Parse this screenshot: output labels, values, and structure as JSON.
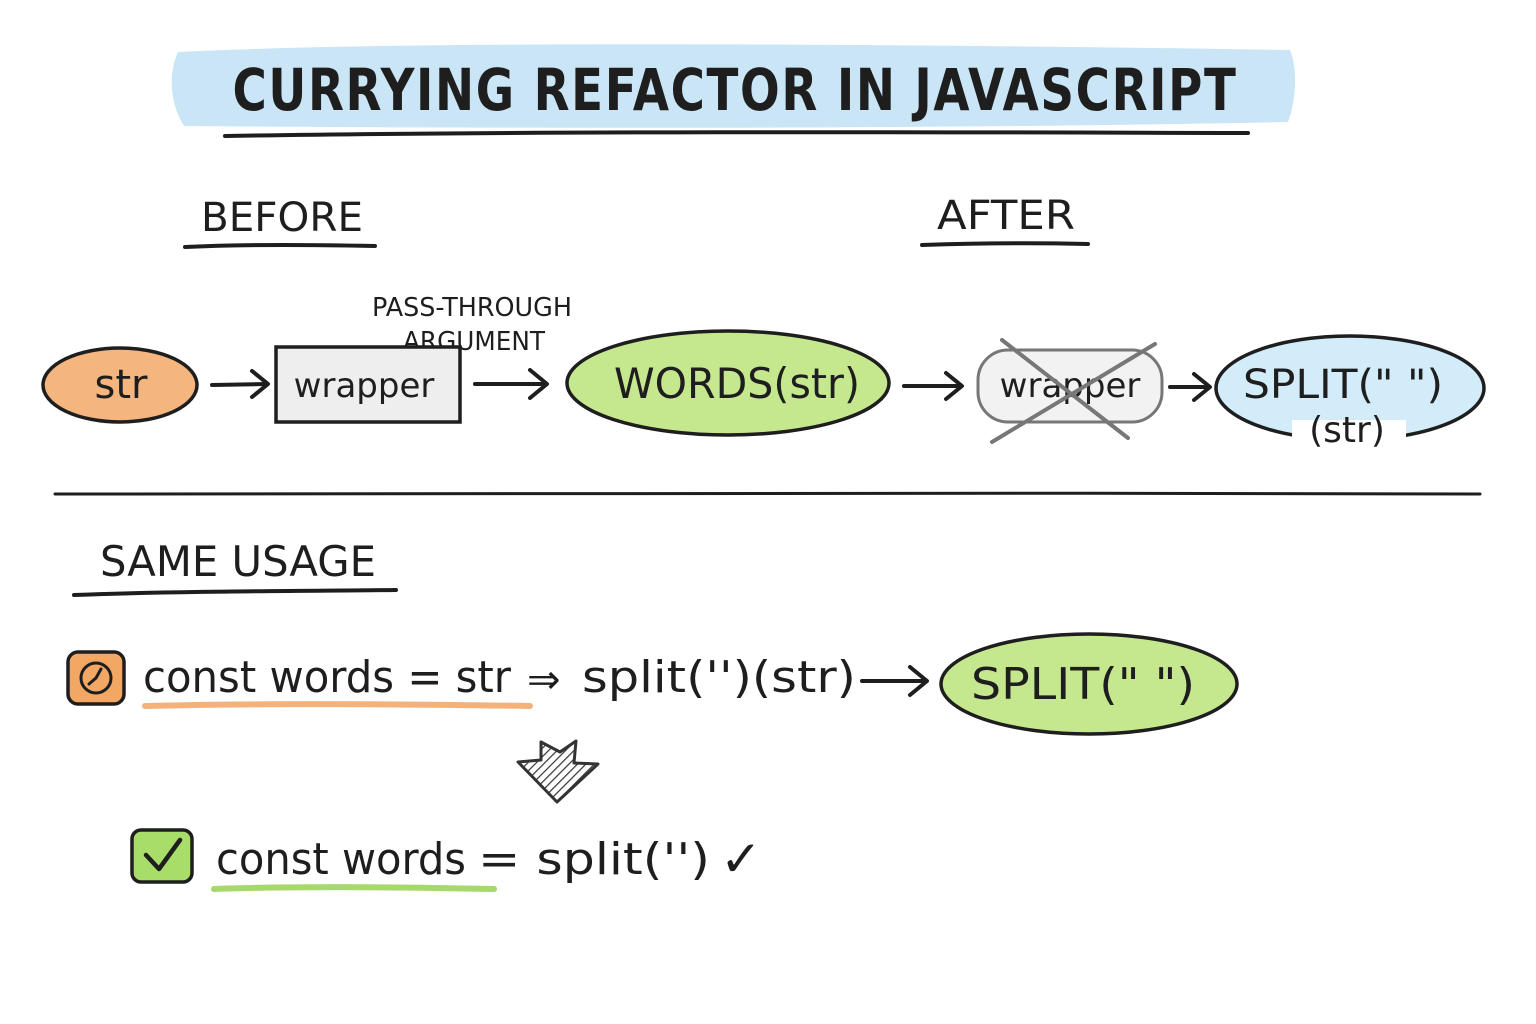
{
  "title": "CURRYING REFACTOR IN JAVASCRIPT",
  "before_label": "BEFORE",
  "after_label": "AFTER",
  "pass_through_line1": "PASS-THROUGH",
  "pass_through_line2": "ARGUMENT",
  "before_flow": {
    "str": "str",
    "wrapper": "wrapper",
    "words": "WORDS(str)"
  },
  "after_flow": {
    "wrapper_removed": "wrapper",
    "split_line1": "SPLIT(\" \")",
    "split_line2": "(str)"
  },
  "same_usage_label": "SAME USAGE",
  "code_before": {
    "part1": "const words = str",
    "arrow": "⇒",
    "part2": "split('')(str)",
    "result": "SPLIT(\" \")"
  },
  "code_after": {
    "part1": "const words",
    "part2": "= split('')",
    "check": "✓"
  },
  "colors": {
    "title_highlight": "#bfe0f5",
    "orange": "#f5b57f",
    "orange_underline": "#f4b27a",
    "green": "#c5e88f",
    "green_underline": "#a6d86b",
    "blue": "#d3ecfa",
    "gray_box": "#f0f0f0",
    "cross": "#777777"
  },
  "icons": {
    "before_icon": "timer-icon",
    "after_icon": "checkbox-check-icon",
    "transform_arrow": "down-arrow-icon"
  }
}
